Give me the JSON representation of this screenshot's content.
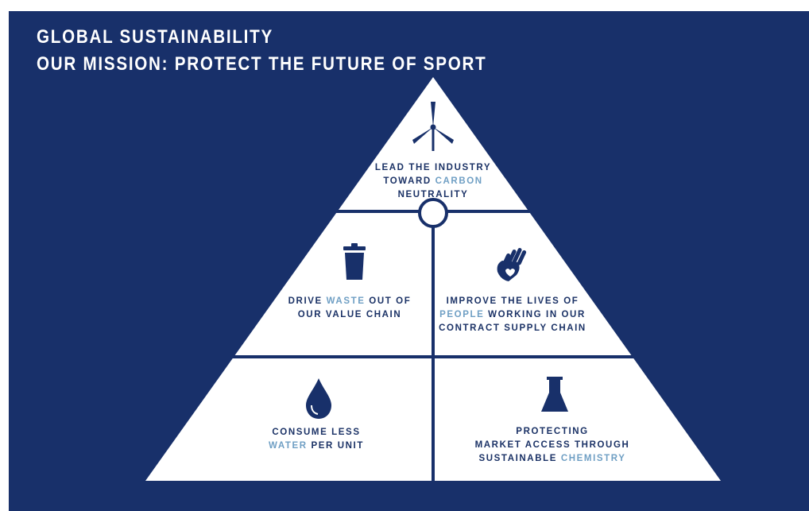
{
  "header": {
    "line1": "GLOBAL SUSTAINABILITY",
    "line2": "OUR MISSION: PROTECT THE FUTURE OF SPORT"
  },
  "colors": {
    "background": "#18306a",
    "pyramid": "#ffffff",
    "text": "#1b3266",
    "highlight": "#6f9fc4"
  },
  "tiers": {
    "top": {
      "icon": "wind-turbine-icon",
      "lines": [
        [
          {
            "text": "LEAD THE INDUSTRY",
            "hl": false
          }
        ],
        [
          {
            "text": "TOWARD ",
            "hl": false
          },
          {
            "text": "CARBON",
            "hl": true
          }
        ],
        [
          {
            "text": "NEUTRALITY",
            "hl": false
          }
        ]
      ]
    },
    "middle_left": {
      "icon": "trash-can-icon",
      "lines": [
        [
          {
            "text": "DRIVE ",
            "hl": false
          },
          {
            "text": "WASTE",
            "hl": true
          },
          {
            "text": " OUT OF",
            "hl": false
          }
        ],
        [
          {
            "text": "OUR VALUE CHAIN",
            "hl": false
          }
        ]
      ]
    },
    "middle_right": {
      "icon": "hand-heart-icon",
      "lines": [
        [
          {
            "text": "IMPROVE THE LIVES OF",
            "hl": false
          }
        ],
        [
          {
            "text": "PEOPLE",
            "hl": true
          },
          {
            "text": " WORKING IN OUR",
            "hl": false
          }
        ],
        [
          {
            "text": "CONTRACT SUPPLY CHAIN",
            "hl": false
          }
        ]
      ]
    },
    "bottom_left": {
      "icon": "water-drop-icon",
      "lines": [
        [
          {
            "text": "CONSUME LESS",
            "hl": false
          }
        ],
        [
          {
            "text": "WATER",
            "hl": true
          },
          {
            "text": " PER UNIT",
            "hl": false
          }
        ]
      ]
    },
    "bottom_right": {
      "icon": "flask-icon",
      "lines": [
        [
          {
            "text": "PROTECTING",
            "hl": false
          }
        ],
        [
          {
            "text": "MARKET ACCESS THROUGH",
            "hl": false
          }
        ],
        [
          {
            "text": "SUSTAINABLE ",
            "hl": false
          },
          {
            "text": "CHEMISTRY",
            "hl": true
          }
        ]
      ]
    }
  }
}
